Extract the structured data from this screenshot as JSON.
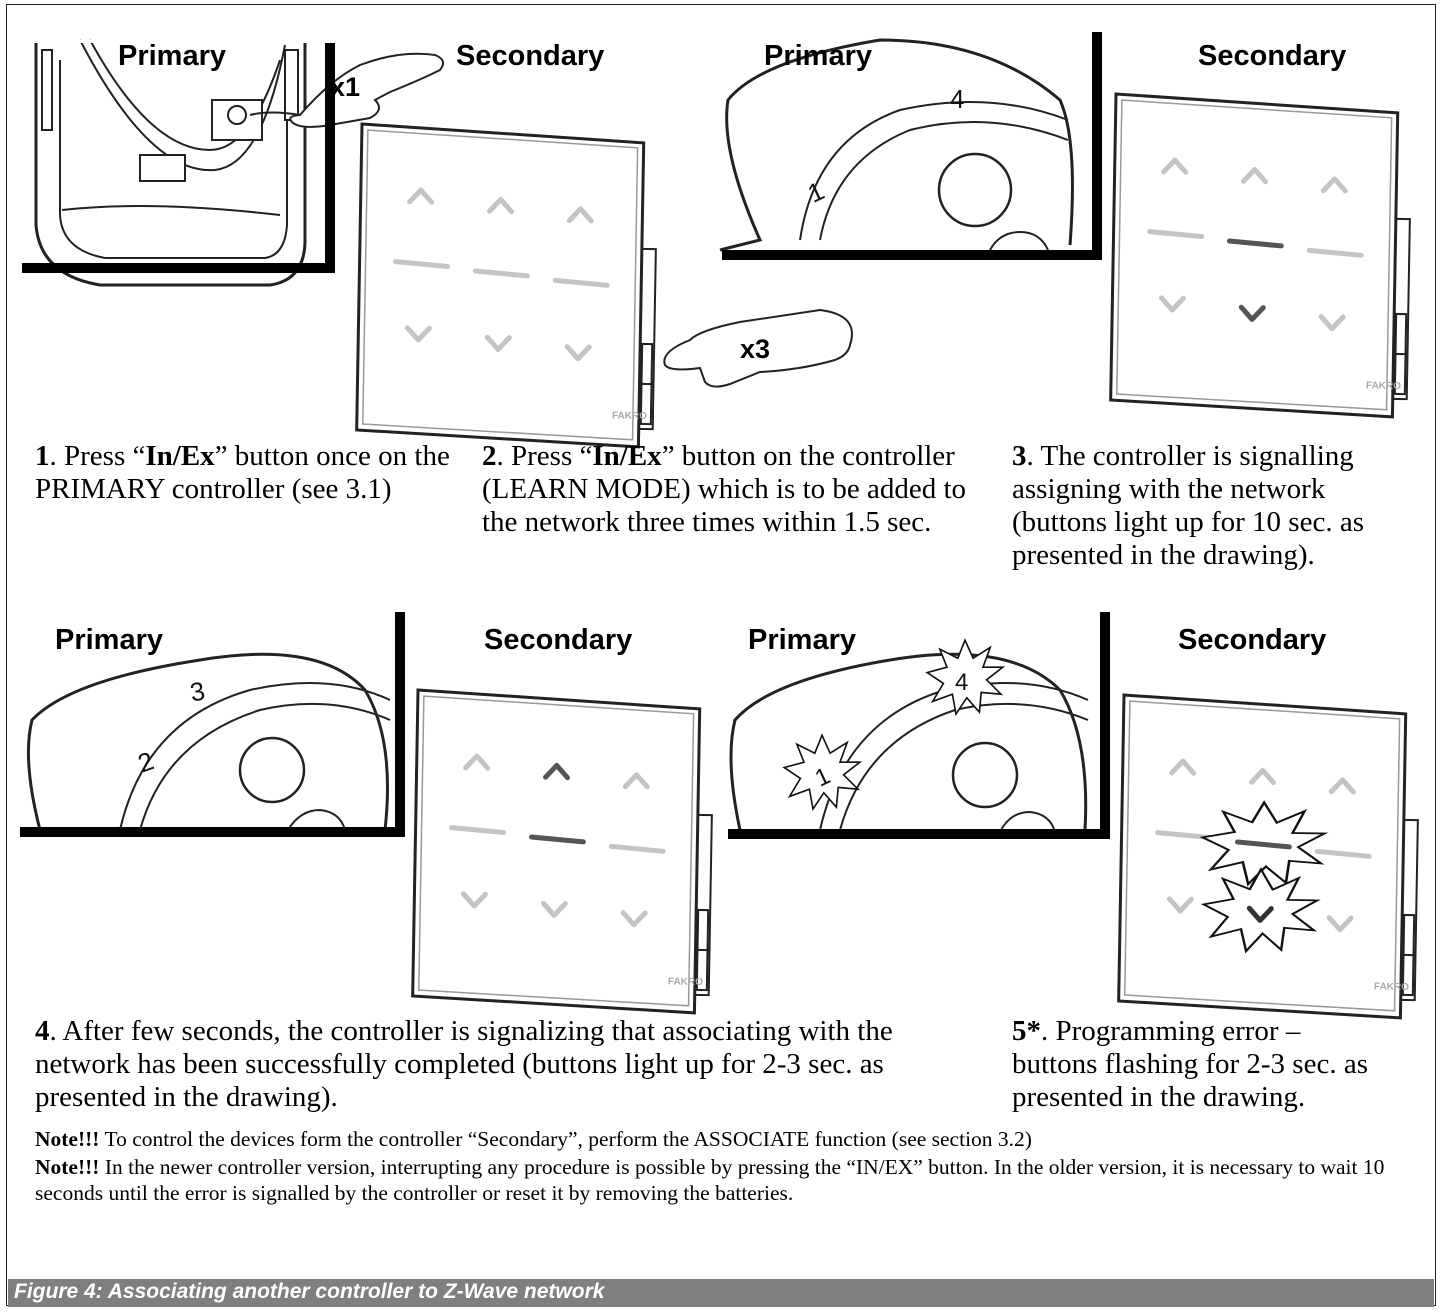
{
  "labels": {
    "primary": "Primary",
    "secondary": "Secondary",
    "press_once": "x1",
    "press_three": "x3",
    "brand": "FAKRO"
  },
  "primary_numbers": {
    "step1": [
      "1",
      "4"
    ],
    "step3": [
      "2",
      "3"
    ],
    "step5": [
      "1",
      "4"
    ]
  },
  "captions": [
    {
      "num": "1",
      "parts": [
        ". Press “",
        "In/Ex",
        "” button once on the PRIMARY controller (see 3.1)"
      ]
    },
    {
      "num": "2",
      "parts": [
        ". Press “",
        "In/Ex",
        "” button on the controller (LEARN MODE) which is to be added to the network three times within 1.5 sec."
      ]
    },
    {
      "num": "3",
      "text": ". The controller is signalling assigning with the network (buttons light up for 10 sec. as presented in the drawing)."
    },
    {
      "num": "4",
      "text": ". After few seconds, the controller is signalizing that associating with the network has been successfully completed (buttons light up for 2-3 sec. as presented in the drawing)."
    },
    {
      "num": "5*",
      "text": ". Programming error – buttons flashing for 2-3 sec. as presented in the drawing."
    }
  ],
  "notes": [
    {
      "prefix": "Note!!!",
      "text": " To control the devices form the controller “Secondary”, perform the ASSOCIATE function (see section 3.2)"
    },
    {
      "prefix": "Note!!!",
      "text": " In the newer controller version, interrupting any procedure is possible by pressing the “IN/EX” button. In the older version, it is necessary to wait 10 seconds until the error is signalled by the controller or reset it by removing the batteries."
    }
  ],
  "figure_caption": "Figure 4: Associating another controller to Z-Wave network",
  "colors": {
    "dim_button": "#c4c4c4",
    "lit_button": "#555555",
    "wall": "#000000",
    "caption_bar": "#7f7f7f"
  }
}
